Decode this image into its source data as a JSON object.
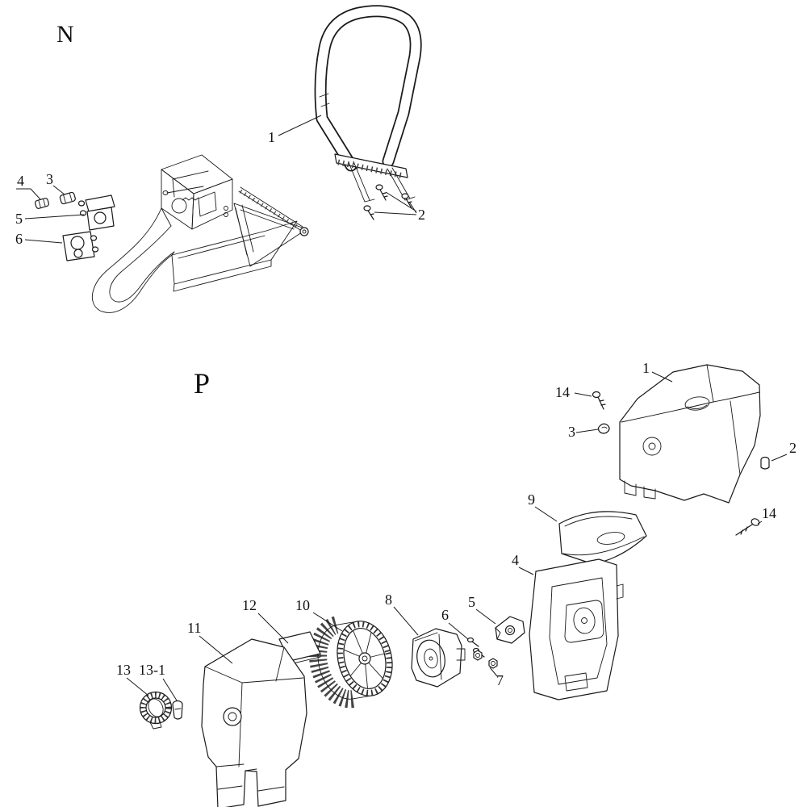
{
  "figure": {
    "ink": "#1a1a1a",
    "background": "#ffffff"
  },
  "sections": {
    "n": {
      "label": "N",
      "callouts": {
        "handle_bar": "1",
        "mount_screws": "2",
        "clip_b": "3",
        "clip_a": "4",
        "clamp_upper": "5",
        "clamp_lower": "6"
      }
    },
    "p": {
      "label": "P",
      "callouts": {
        "top_cover": "1",
        "plug_cap": "2",
        "clip": "3",
        "back_plate": "4",
        "bracket": "5",
        "screws": "6",
        "nuts": "7",
        "filter_housing": "8",
        "deflector": "9",
        "air_filter": "10",
        "filter_cover": "11",
        "gasket": "12",
        "knob": "13",
        "knob_insert": "13-1",
        "screw_top": "14",
        "screw_side": "14"
      }
    }
  }
}
